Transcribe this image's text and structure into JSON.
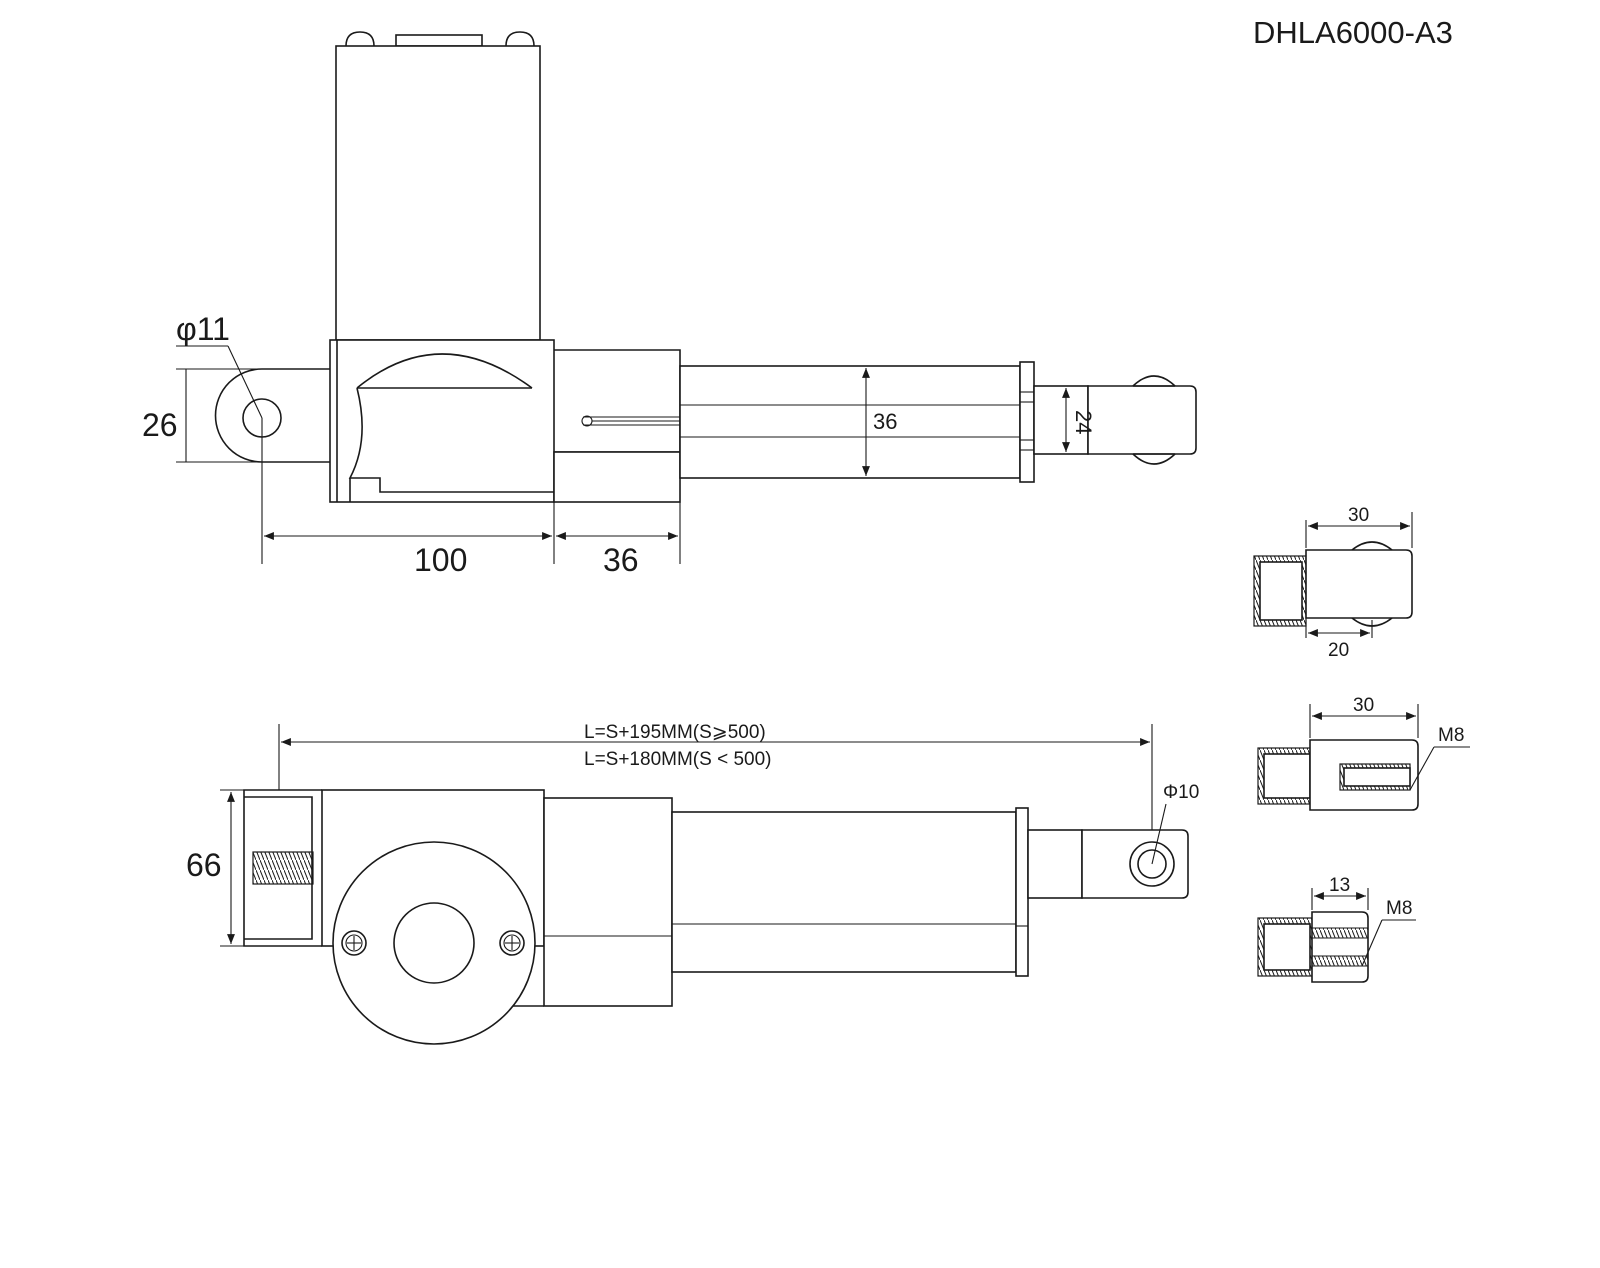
{
  "title": "DHLA6000-A3",
  "top_view": {
    "dim_pin_dia": "φ11",
    "dim_height": "26",
    "dim_tube": "36",
    "dim_rod": "24",
    "dim_len1": "100",
    "dim_len2": "36"
  },
  "side_view": {
    "length_line1": "L=S+195MM(S⩾500)",
    "length_line2": "L=S+180MM(S < 500)",
    "dim_height": "66",
    "dim_hole": "Φ10"
  },
  "end_option_1": {
    "dim_width": "30",
    "dim_slot": "20"
  },
  "end_option_2": {
    "dim_width": "30",
    "thread": "M8"
  },
  "end_option_3": {
    "dim_width": "13",
    "thread": "M8"
  },
  "colors": {
    "line": "#1a1a1a",
    "background": "#ffffff"
  }
}
